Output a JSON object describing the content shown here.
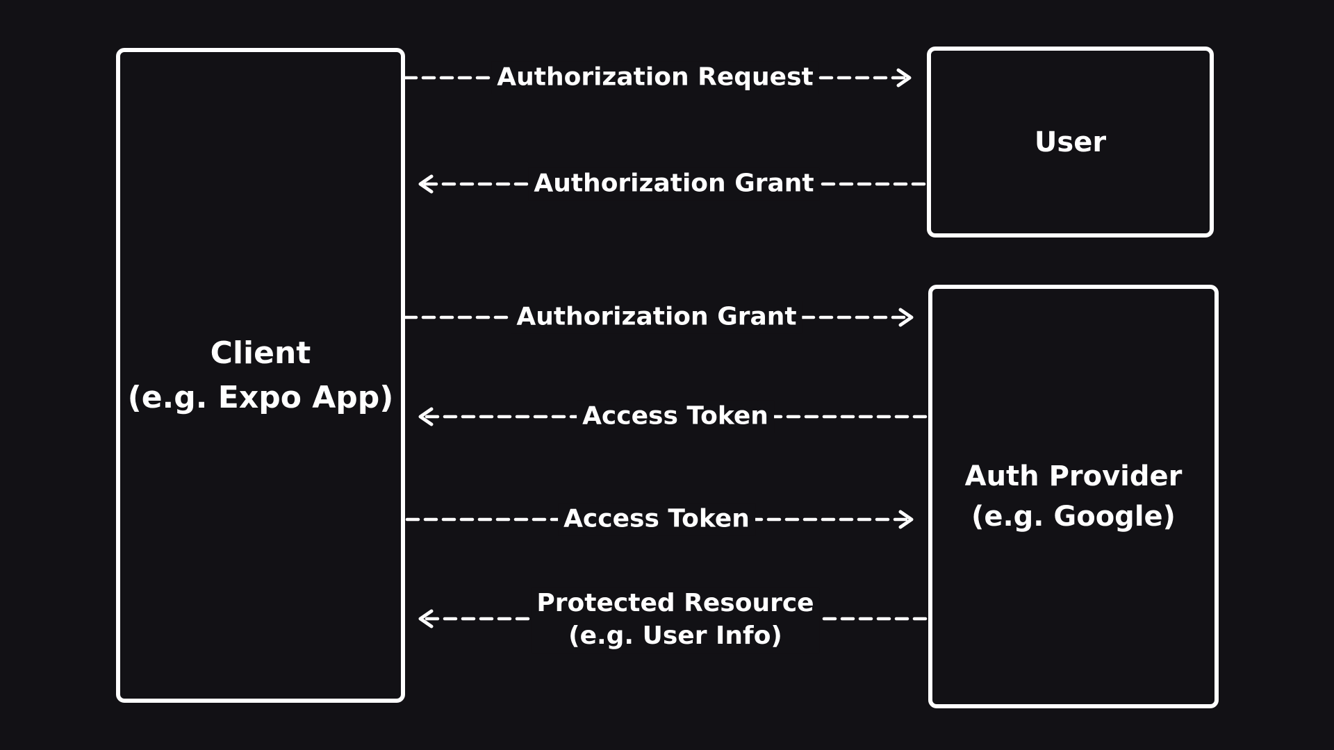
{
  "nodes": {
    "client": {
      "line1": "Client",
      "line2": "(e.g. Expo App)"
    },
    "user": {
      "line1": "User"
    },
    "auth_provider": {
      "line1": "Auth Provider",
      "line2": "(e.g. Google)"
    }
  },
  "edges": [
    {
      "label": "Authorization Request",
      "from": "client",
      "to": "user"
    },
    {
      "label": "Authorization Grant",
      "from": "user",
      "to": "client"
    },
    {
      "label": "Authorization Grant",
      "from": "client",
      "to": "auth_provider"
    },
    {
      "label": "Access Token",
      "from": "auth_provider",
      "to": "client"
    },
    {
      "label": "Access Token",
      "from": "client",
      "to": "auth_provider"
    },
    {
      "label": "Protected Resource",
      "label2": "(e.g. User Info)",
      "from": "auth_provider",
      "to": "client"
    }
  ],
  "colors": {
    "background": "#121115",
    "stroke": "#ffffff",
    "text": "#ffffff"
  }
}
